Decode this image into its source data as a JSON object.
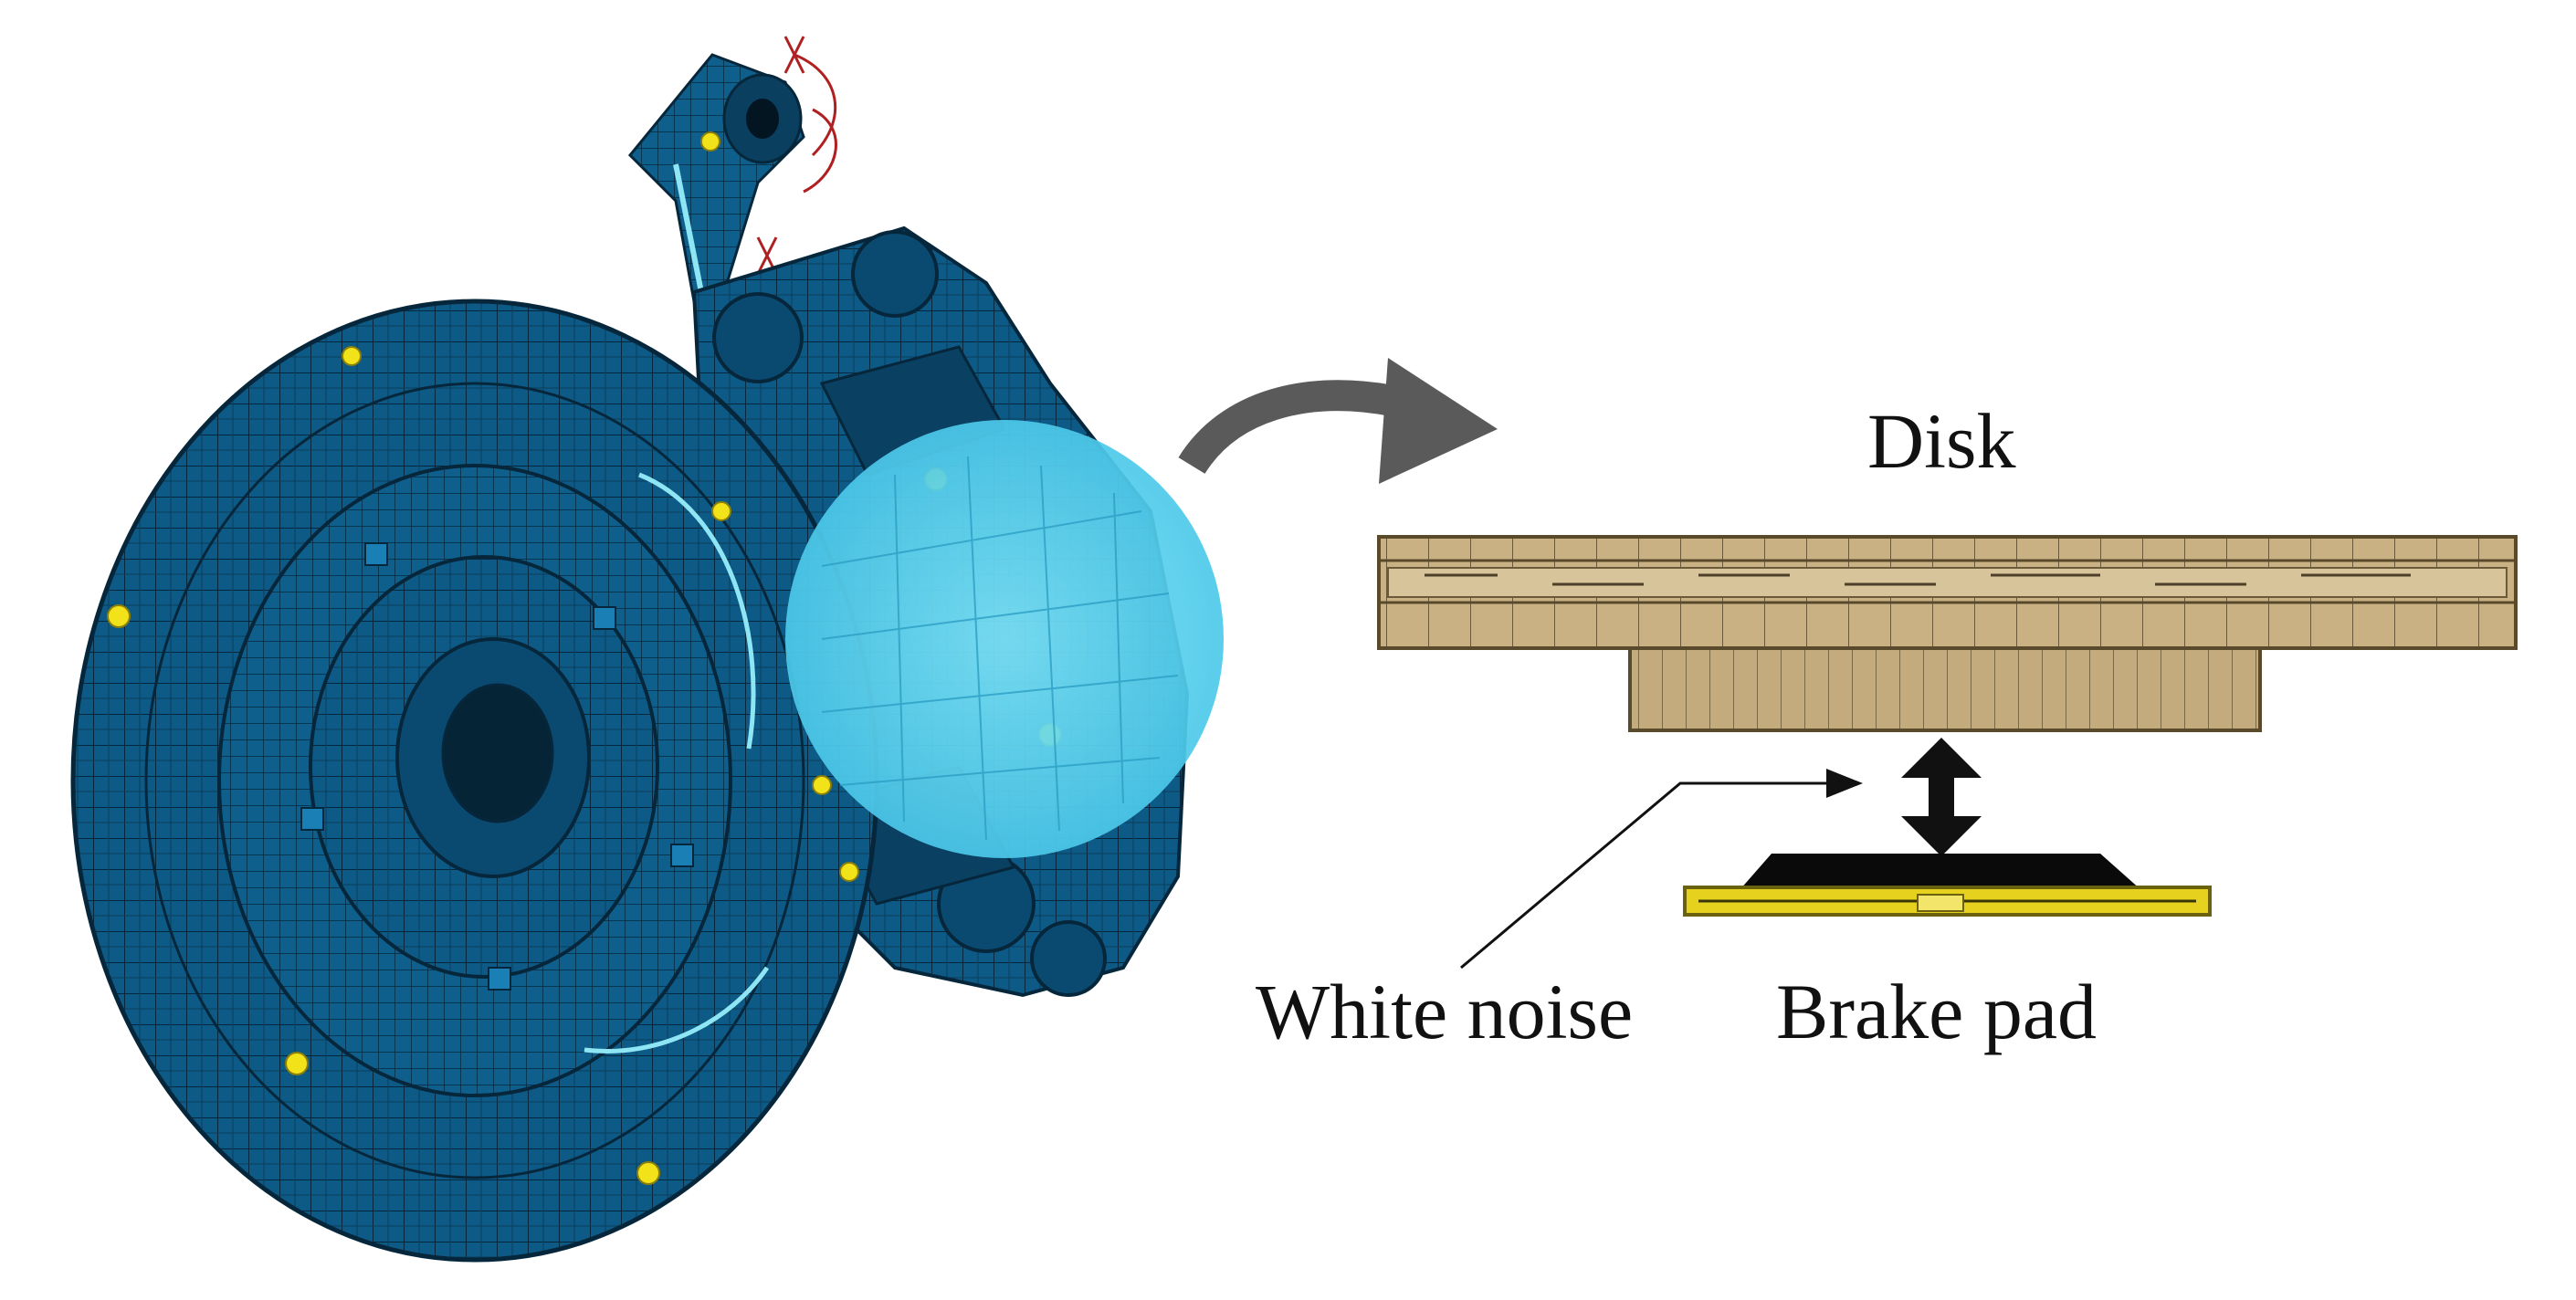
{
  "labels": {
    "disk": "Disk",
    "white_noise": "White noise",
    "brake_pad": "Brake pad"
  },
  "colors": {
    "mesh_blue": "#0e5a86",
    "mesh_line": "#06273b",
    "highlight_cyan": "#5fd6f2",
    "disk_tan": "#c9b184",
    "pad_black": "#0a0a0a",
    "pad_yellow": "#e6d21e",
    "arrow_gray": "#5a5a5a",
    "node_yellow": "#f2e21a",
    "constraint_red": "#b02020"
  },
  "icons": {
    "transfer_arrow": "curved-arrow-icon",
    "contact_arrow": "double-headed-arrow-icon",
    "pointer": "leader-line-arrow-icon"
  }
}
